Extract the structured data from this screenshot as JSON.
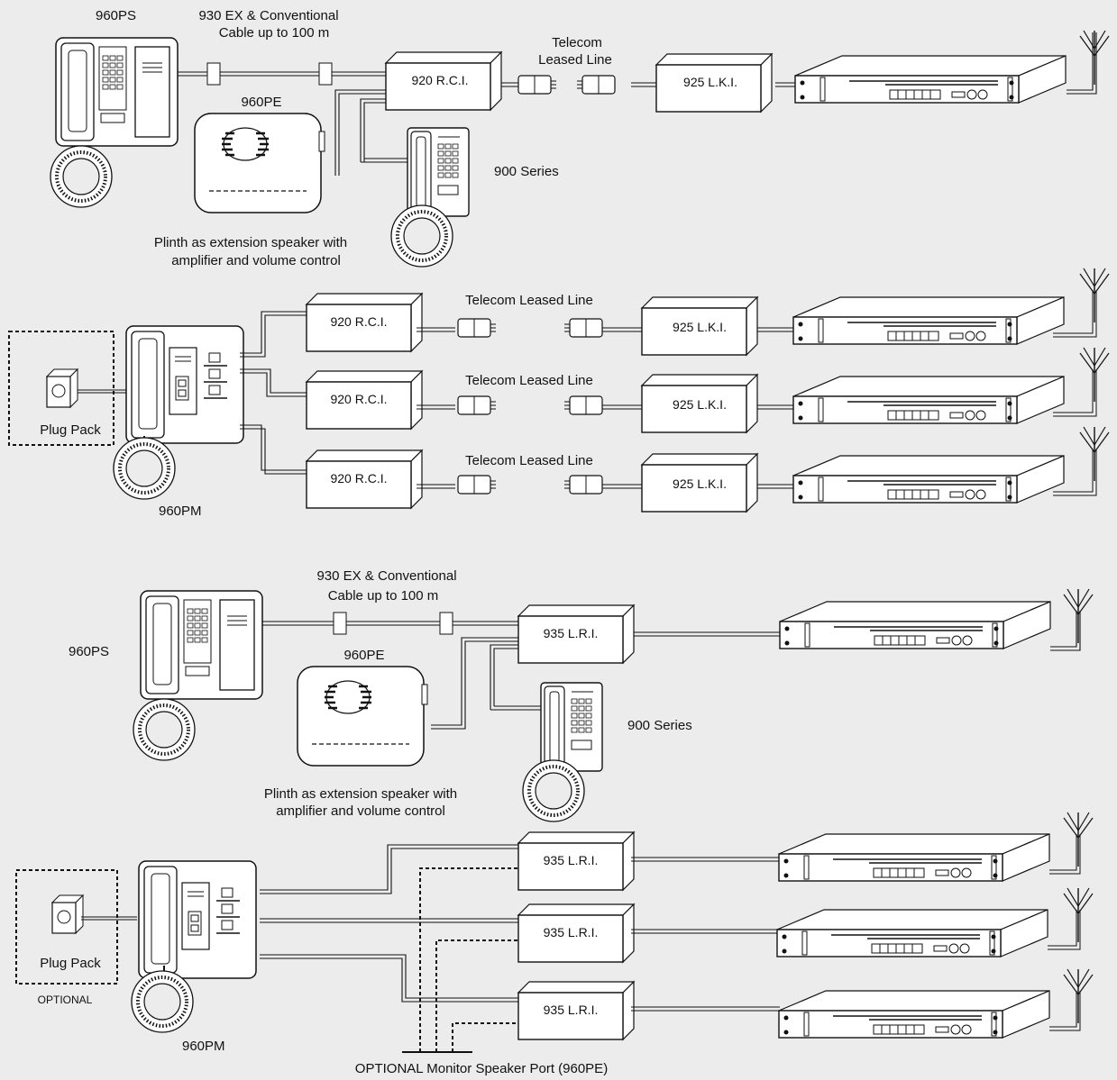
{
  "section1": {
    "phone_label": "960PS",
    "cable_label_1": "930 EX & Conventional",
    "cable_label_2": "Cable up to 100 m",
    "plinth_label": "960PE",
    "rci_label": "920 R.C.I.",
    "leased_label_1": "Telecom",
    "leased_label_2": "Leased Line",
    "lki_label": "925 L.K.I.",
    "series_label": "900 Series",
    "caption_1": "Plinth as extension speaker with",
    "caption_2": "amplifier and volume control"
  },
  "section2": {
    "plug_label": "Plug Pack",
    "phone_label": "960PM",
    "rows": [
      {
        "rci": "920 R.C.I.",
        "leased": "Telecom Leased Line",
        "lki": "925 L.K.I."
      },
      {
        "rci": "920 R.C.I.",
        "leased": "Telecom Leased Line",
        "lki": "925 L.K.I."
      },
      {
        "rci": "920 R.C.I.",
        "leased": "Telecom Leased Line",
        "lki": "925 L.K.I."
      }
    ]
  },
  "section3": {
    "cable_label_1": "930 EX & Conventional",
    "cable_label_2": "Cable up to 100 m",
    "phone_label": "960PS",
    "plinth_label": "960PE",
    "lri_label": "935 L.R.I.",
    "series_label": "900 Series",
    "caption_1": "Plinth as extension speaker with",
    "caption_2": "amplifier and volume control"
  },
  "section4": {
    "plug_label": "Plug Pack",
    "optional_label": "OPTIONAL",
    "phone_label": "960PM",
    "lri_labels": [
      "935 L.R.I.",
      "935 L.R.I.",
      "935 L.R.I."
    ],
    "monitor_label": "OPTIONAL Monitor Speaker Port (960PE)"
  }
}
